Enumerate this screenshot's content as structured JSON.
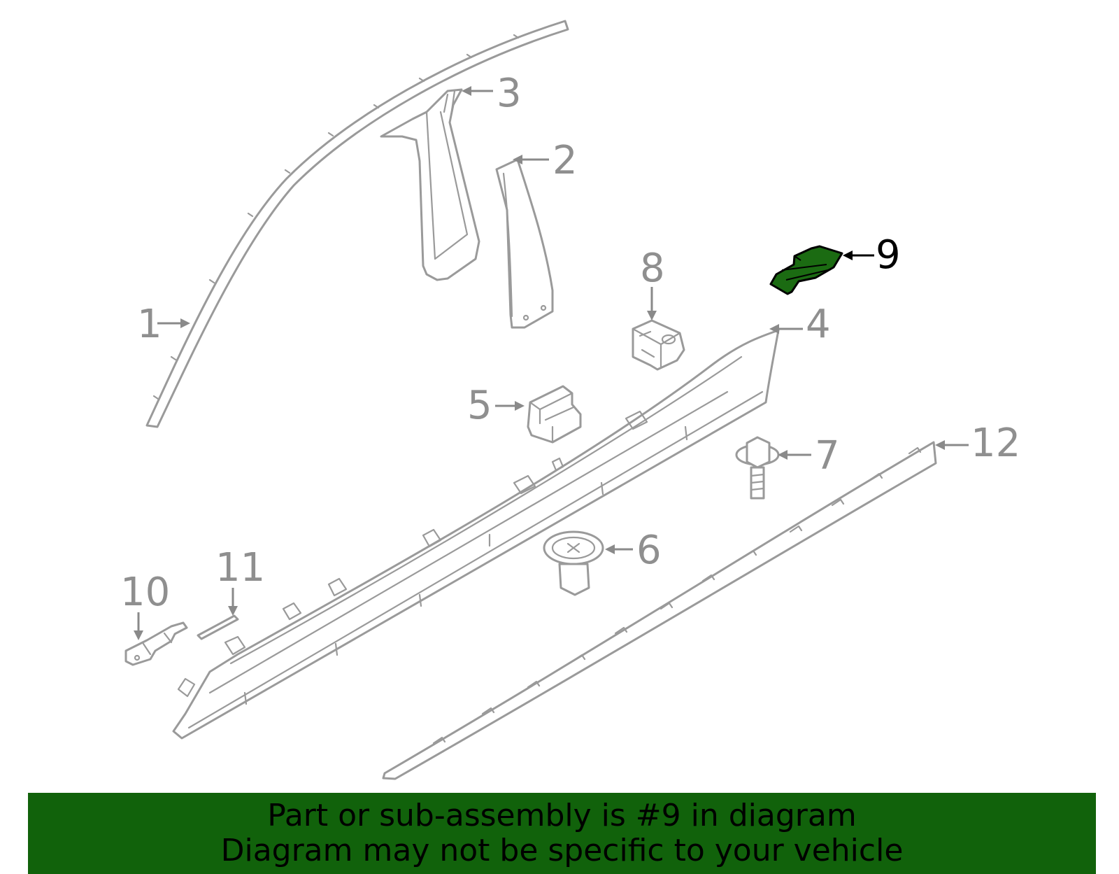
{
  "callouts": {
    "c1": "1",
    "c2": "2",
    "c3": "3",
    "c4": "4",
    "c5": "5",
    "c6": "6",
    "c7": "7",
    "c8": "8",
    "c9": "9",
    "c10": "10",
    "c11": "11",
    "c12": "12"
  },
  "highlighted_part": "9",
  "highlight_color": "#1b6b12",
  "banner": {
    "line1": "Part or sub-assembly is #9 in diagram",
    "line2": "Diagram may not be specific to your vehicle",
    "background": "#11620b"
  }
}
